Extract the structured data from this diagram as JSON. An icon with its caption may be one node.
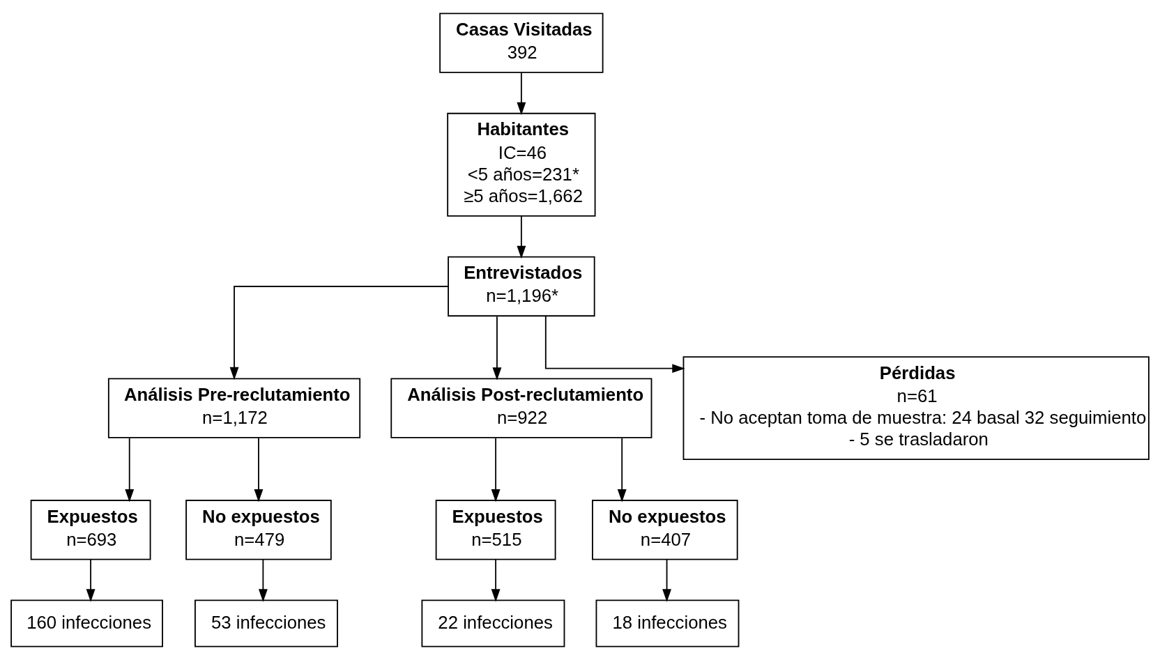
{
  "diagram": {
    "nodes": [
      {
        "text": [
          "Casas Visitadas",
          "392"
        ]
      },
      {
        "text": [
          "Habitantes",
          "IC=46",
          "<5 años=231*",
          "≥5 años=1,662"
        ]
      },
      {
        "text": [
          "Entrevistados",
          "n=1,196*"
        ]
      },
      {
        "text": [
          "Análisis Pre-reclutamiento",
          "n=1,172"
        ]
      },
      {
        "text": [
          "Análisis Post-reclutamiento",
          "n=922"
        ]
      },
      {
        "text": [
          "Pérdidas",
          "n=61",
          "- No aceptan toma de muestra: 24 basal 32 seguimiento",
          "- 5 se trasladaron"
        ]
      },
      {
        "text": [
          "Expuestos",
          "n=693"
        ]
      },
      {
        "text": [
          "No expuestos",
          "n=479"
        ]
      },
      {
        "text": [
          "Expuestos",
          "n=515"
        ]
      },
      {
        "text": [
          "No expuestos",
          "n=407"
        ]
      },
      {
        "text": [
          "160 infecciones"
        ]
      },
      {
        "text": [
          "53 infecciones"
        ]
      },
      {
        "text": [
          "22 infecciones"
        ]
      },
      {
        "text": [
          "18 infecciones"
        ]
      }
    ],
    "edges": [
      {
        "from": 0,
        "to": 1,
        "arrow": "to"
      },
      {
        "from": 1,
        "to": 2,
        "arrow": "to"
      },
      {
        "from": 2,
        "to": 3,
        "arrow": "to"
      },
      {
        "from": 2,
        "to": 4,
        "arrow": "to"
      },
      {
        "from": 2,
        "to": 5,
        "arrow": "to"
      },
      {
        "from": 3,
        "to": 6,
        "arrow": "to"
      },
      {
        "from": 3,
        "to": 7,
        "arrow": "to"
      },
      {
        "from": 4,
        "to": 8,
        "arrow": "to"
      },
      {
        "from": 4,
        "to": 9,
        "arrow": "to"
      },
      {
        "from": 6,
        "to": 10,
        "arrow": "to"
      },
      {
        "from": 7,
        "to": 11,
        "arrow": "to"
      },
      {
        "from": 8,
        "to": 12,
        "arrow": "to"
      },
      {
        "from": 9,
        "to": 13,
        "arrow": "to"
      }
    ]
  }
}
